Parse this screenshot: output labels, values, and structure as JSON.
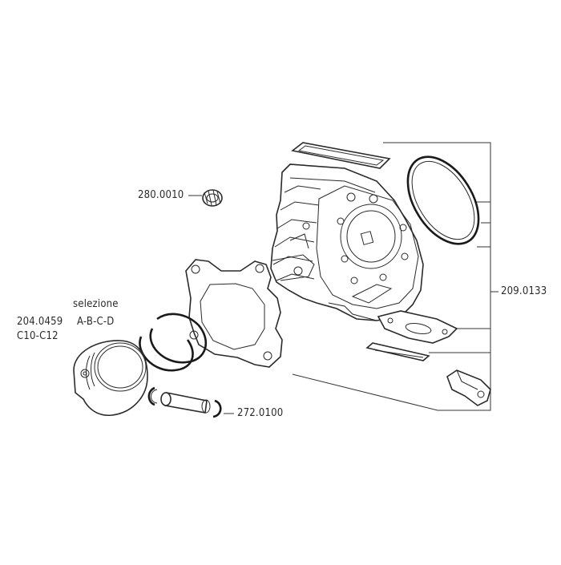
{
  "diagram": {
    "labels": {
      "cage_bearing": "280.0010",
      "cylinder_kit": "209.0133",
      "piston_code": "204.0459",
      "piston_selection_title": "selezione",
      "piston_selection_grades": "A-B-C-D",
      "piston_size_range": "C10-C12",
      "piston_pin": "272.0100"
    }
  }
}
